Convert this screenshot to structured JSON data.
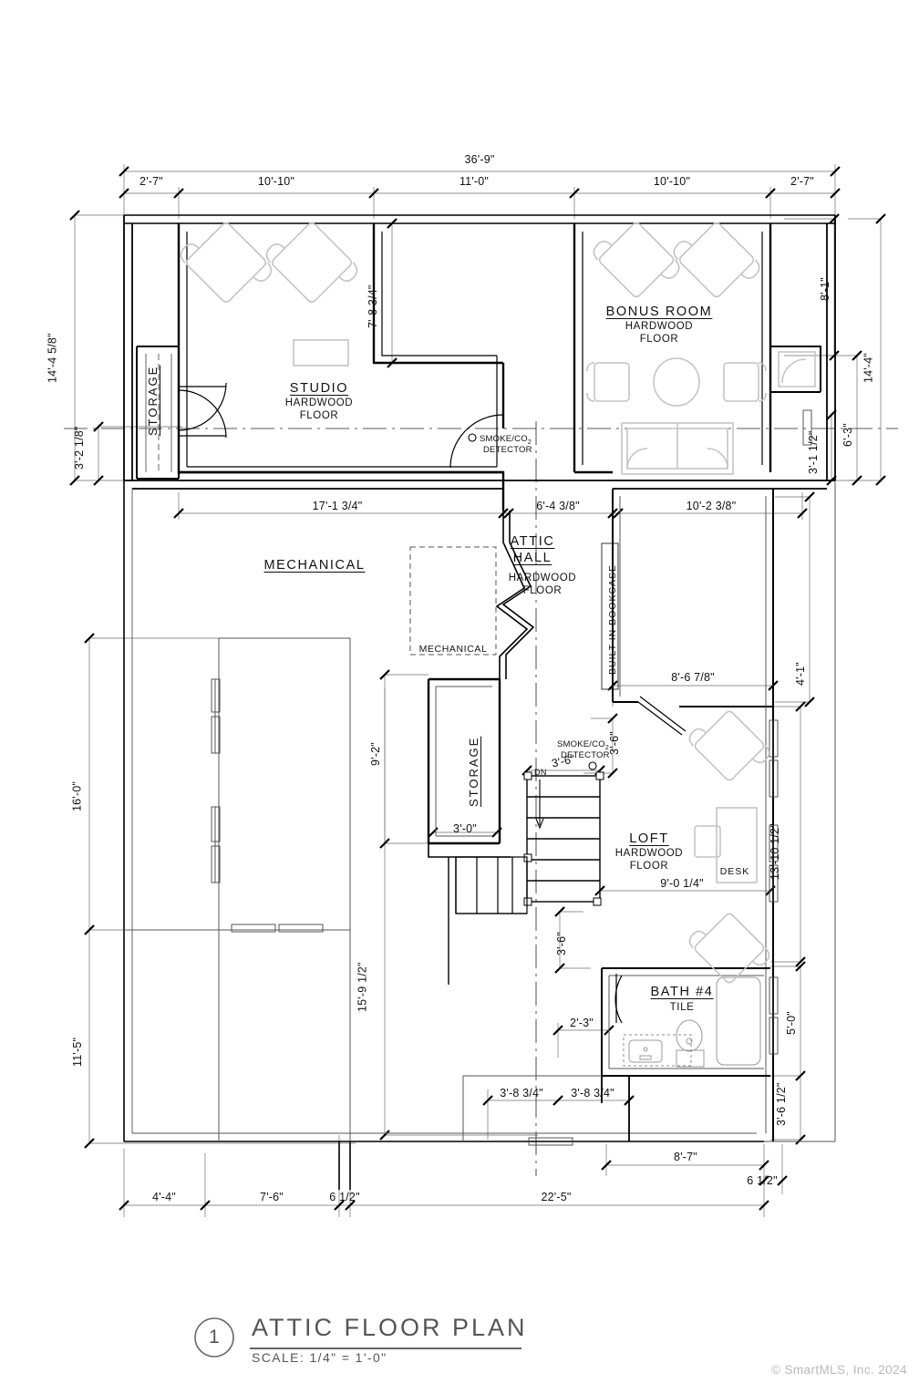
{
  "sheet": {
    "title": "ATTIC FLOOR PLAN",
    "detail_number": "1",
    "scale": "SCALE:  1/4\" = 1'-0\"",
    "watermark": "© SmartMLS, Inc.  2024"
  },
  "rooms": [
    {
      "name": "STUDIO",
      "finish_line1": "HARDWOOD",
      "finish_line2": "FLOOR"
    },
    {
      "name": "BONUS ROOM",
      "finish_line1": "HARDWOOD",
      "finish_line2": "FLOOR"
    },
    {
      "name": "ATTIC",
      "name2": "HALL",
      "finish_line1": "HARDWOOD",
      "finish_line2": "FLOOR"
    },
    {
      "name": "LOFT",
      "finish_line1": "HARDWOOD",
      "finish_line2": "FLOOR"
    },
    {
      "name": "BATH #4",
      "finish_line1": "TILE"
    }
  ],
  "labels": {
    "storage_left": "STORAGE",
    "storage_mid": "STORAGE",
    "mechanical_area": "MECHANICAL",
    "mechanical_box": "MECHANICAL",
    "built_in_bookcase": "BUILT IN BOOKCASE",
    "desk": "DESK",
    "stair_dn": "DN",
    "smoke_detector_1_l1": "SMOKE/CO",
    "smoke_detector_1_sub": "2",
    "smoke_detector_1_l2": "DETECTOR",
    "smoke_detector_2_l1": "SMOKE/CO",
    "smoke_detector_2_sub": "2",
    "smoke_detector_2_l2": "DETECTOR"
  },
  "dimensions": {
    "overall_top": "36'-9\"",
    "top_row": [
      "2'-7\"",
      "10'-10\"",
      "11'-0\"",
      "10'-10\"",
      "2'-7\""
    ],
    "left": {
      "d14_4_5_8": "14'-4 5/8\"",
      "d3_2_1_8": "3'-2 1/8\"",
      "d16_0": "16'-0\"",
      "d11_5": "11'-5\""
    },
    "right": {
      "d8_1": "8'-1\"",
      "d14_4": "14'-4\"",
      "d6_3": "6'-3\"",
      "d3_1_1_2": "3'-1 1/2\"",
      "d4_1": "4'-1\"",
      "d13_10_1_2": "13'-10 1/2\"",
      "d5_0": "5'-0\"",
      "d3_6_1_2": "3'-6 1/2\""
    },
    "interior": {
      "studio_depth": "7'-8 3/4\"",
      "row_17_1_3_4": "17'-1 3/4\"",
      "row_6_4_3_8": "6'-4 3/8\"",
      "row_10_2_3_8": "10'-2 3/8\"",
      "bookcase_8_6_7_8": "8'-6 7/8\"",
      "storage_9_2": "9'-2\"",
      "storage_3_0": "3'-0\"",
      "stair_3_6a": "3'-6\"",
      "stair_3_6b": "3'-6\"",
      "stair_3_6c": "3'-6\"",
      "loft_9_0_1_4": "9'-0 1/4\"",
      "hall_15_9_1_2": "15'-9 1/2\"",
      "bath_2_3": "2'-3\"",
      "bath_3_8_3_4_a": "3'-8 3/4\"",
      "bath_3_8_3_4_b": "3'-8 3/4\"",
      "bottom_8_7": "8'-7\"",
      "bottom_6_1_2_right": "6 1/2\""
    },
    "bottom_row": [
      "4'-4\"",
      "7'-6\"",
      "6 1/2\"",
      "22'-5\""
    ]
  },
  "colors": {
    "wall": "#000000",
    "thin_line": "#7a7a7a",
    "furniture": "#bdbdbd",
    "watermark": "#b9b9b9"
  }
}
